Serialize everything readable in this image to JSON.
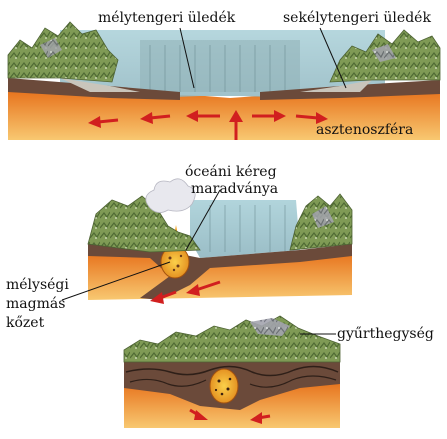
{
  "labels": {
    "deep_sea_sediment": "mélytengeri üledék",
    "shallow_sea_sediment": "sekélytengeri üledék",
    "asthenosphere": "asztenoszféra",
    "oceanic_crust_remnant_line1": "óceáni kéreg",
    "oceanic_crust_remnant_line2": "maradványa",
    "plutonic_rock_line1": "mélységi",
    "plutonic_rock_line2": "magmás",
    "plutonic_rock_line3": "kőzet",
    "fold_mountain": "gyűrthegység"
  },
  "colors": {
    "sea": "#9fc6cf",
    "asthenosphere_top": "#e9781c",
    "asthenosphere_bottom": "#f7c46a",
    "crust": "#6b4a3a",
    "sediment": "#b9b6ae",
    "mountain_green": "#7e9a52",
    "mountain_grey": "#9a9aa8",
    "arrow": "#d11f1f",
    "magma": "#f0a020"
  }
}
